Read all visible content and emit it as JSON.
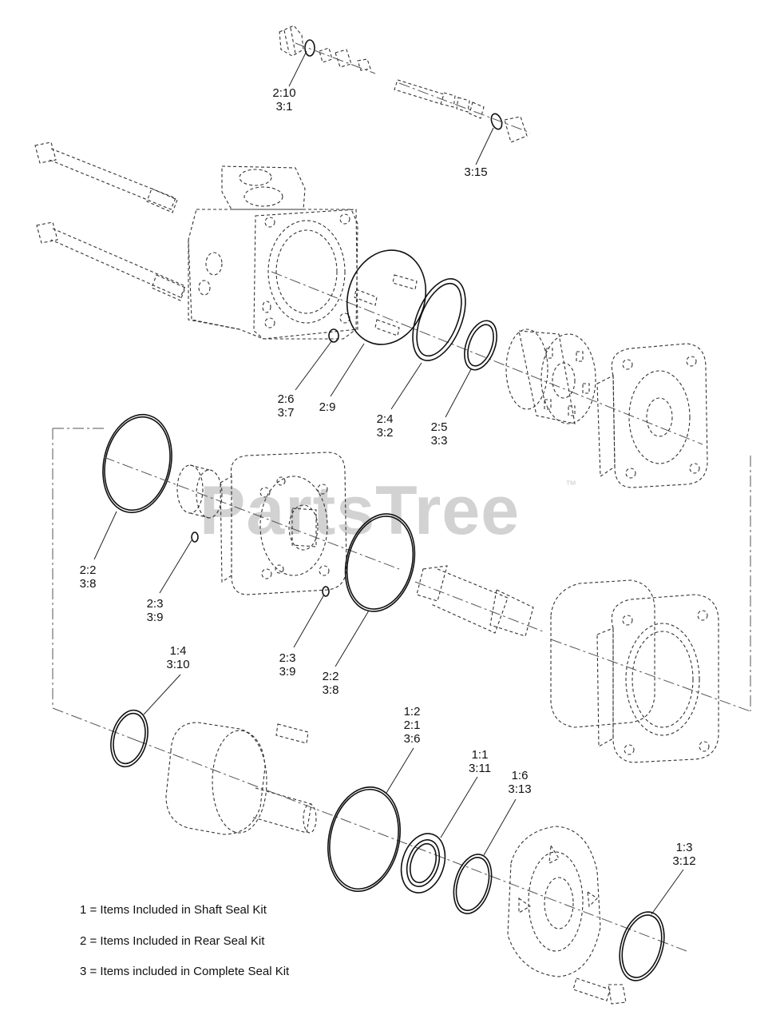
{
  "watermark": {
    "text": "PartsTree",
    "trademark": "™"
  },
  "callouts": [
    {
      "id": "c1",
      "lines": [
        "2:10",
        "3:1"
      ]
    },
    {
      "id": "c2",
      "lines": [
        "3:15"
      ]
    },
    {
      "id": "c3",
      "lines": [
        "2:6",
        "3:7"
      ]
    },
    {
      "id": "c4",
      "lines": [
        "2:9"
      ]
    },
    {
      "id": "c5",
      "lines": [
        "2:4",
        "3:2"
      ]
    },
    {
      "id": "c6",
      "lines": [
        "2:5",
        "3:3"
      ]
    },
    {
      "id": "c7",
      "lines": [
        "2:2",
        "3:8"
      ]
    },
    {
      "id": "c8",
      "lines": [
        "2:3",
        "3:9"
      ]
    },
    {
      "id": "c9",
      "lines": [
        "2:3",
        "3:9"
      ]
    },
    {
      "id": "c10",
      "lines": [
        "2:2",
        "3:8"
      ]
    },
    {
      "id": "c11",
      "lines": [
        "1:4",
        "3:10"
      ]
    },
    {
      "id": "c12",
      "lines": [
        "1:2",
        "2:1",
        "3:6"
      ]
    },
    {
      "id": "c13",
      "lines": [
        "1:1",
        "3:11"
      ]
    },
    {
      "id": "c14",
      "lines": [
        "1:6",
        "3:13"
      ]
    },
    {
      "id": "c15",
      "lines": [
        "1:3",
        "3:12"
      ]
    }
  ],
  "legend": [
    "1 = Items Included in Shaft Seal Kit",
    "2 = Items Included in Rear Seal Kit",
    "3 = Items included in Complete Seal Kit"
  ]
}
